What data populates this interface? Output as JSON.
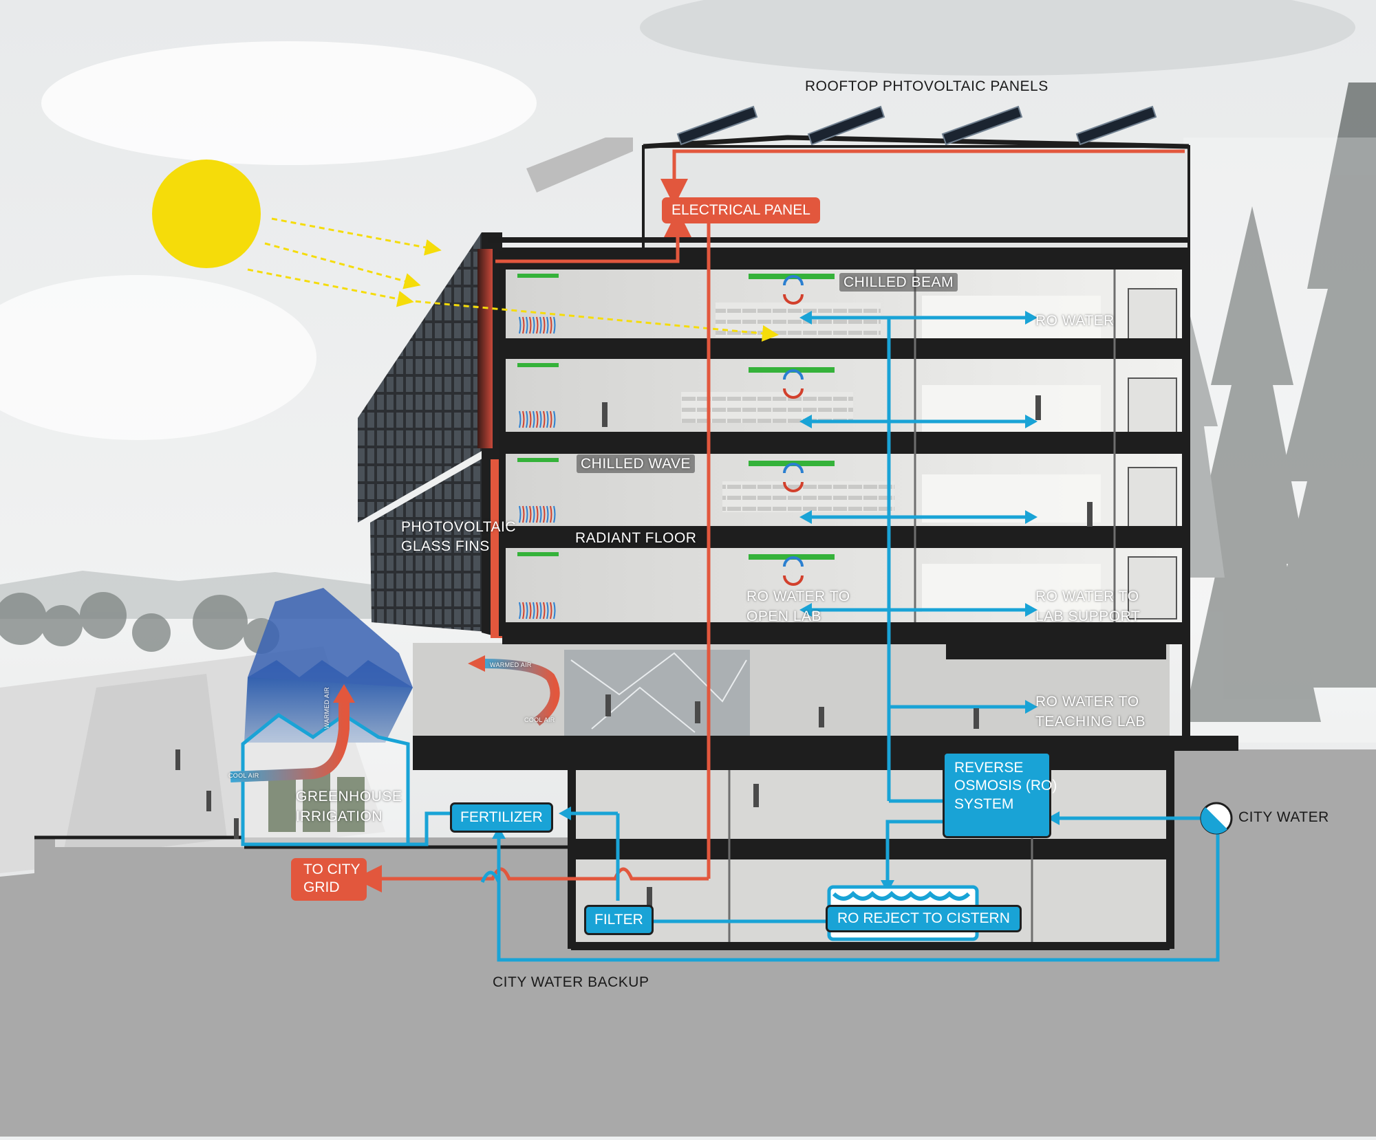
{
  "labels": {
    "rooftop_pv": "ROOFTOP PHTOVOLTAIC PANELS",
    "electrical_panel": "ELECTRICAL PANEL",
    "chilled_beam": "CHILLED BEAM",
    "ro_water": "RO WATER",
    "chilled_wave": "CHILLED WAVE",
    "pv_fins_1": "PHOTOVOLTAIC",
    "pv_fins_2": "GLASS FINS",
    "radiant_floor": "RADIANT FLOOR",
    "ro_open_lab_1": "RO WATER TO",
    "ro_open_lab_2": "OPEN LAB",
    "ro_lab_support_1": "RO WATER TO",
    "ro_lab_support_2": "LAB SUPPORT",
    "ro_teaching_lab_1": "RO WATER TO",
    "ro_teaching_lab_2": "TEACHING LAB",
    "warmed_air": "WARMED AIR",
    "cool_air": "COOL AIR",
    "greenhouse_1": "GREENHOUSE",
    "greenhouse_2": "IRRIGATION",
    "fertilizer": "FERTILIZER",
    "ro_system_1": "REVERSE",
    "ro_system_2": "OSMOSIS (RO)",
    "ro_system_3": "SYSTEM",
    "city_water": "CITY WATER",
    "to_city_grid_1": "TO CITY",
    "to_city_grid_2": "GRID",
    "filter": "FILTER",
    "ro_reject": "RO REJECT TO CISTERN",
    "city_water_backup": "CITY WATER BACKUP"
  },
  "colors": {
    "electric_red": "#e2573d",
    "water_blue": "#19a3d6",
    "sun_yellow": "#f5dc0a",
    "structure_black": "#1e1e1e",
    "chilled_green": "#35b23a",
    "ground_gray": "#a9a9a9"
  },
  "icons": [
    "sun-icon",
    "solar-panel-icon",
    "city-water-meter-icon",
    "hvac-cycle-icon",
    "arrow-icon",
    "cistern-wave-icon"
  ]
}
